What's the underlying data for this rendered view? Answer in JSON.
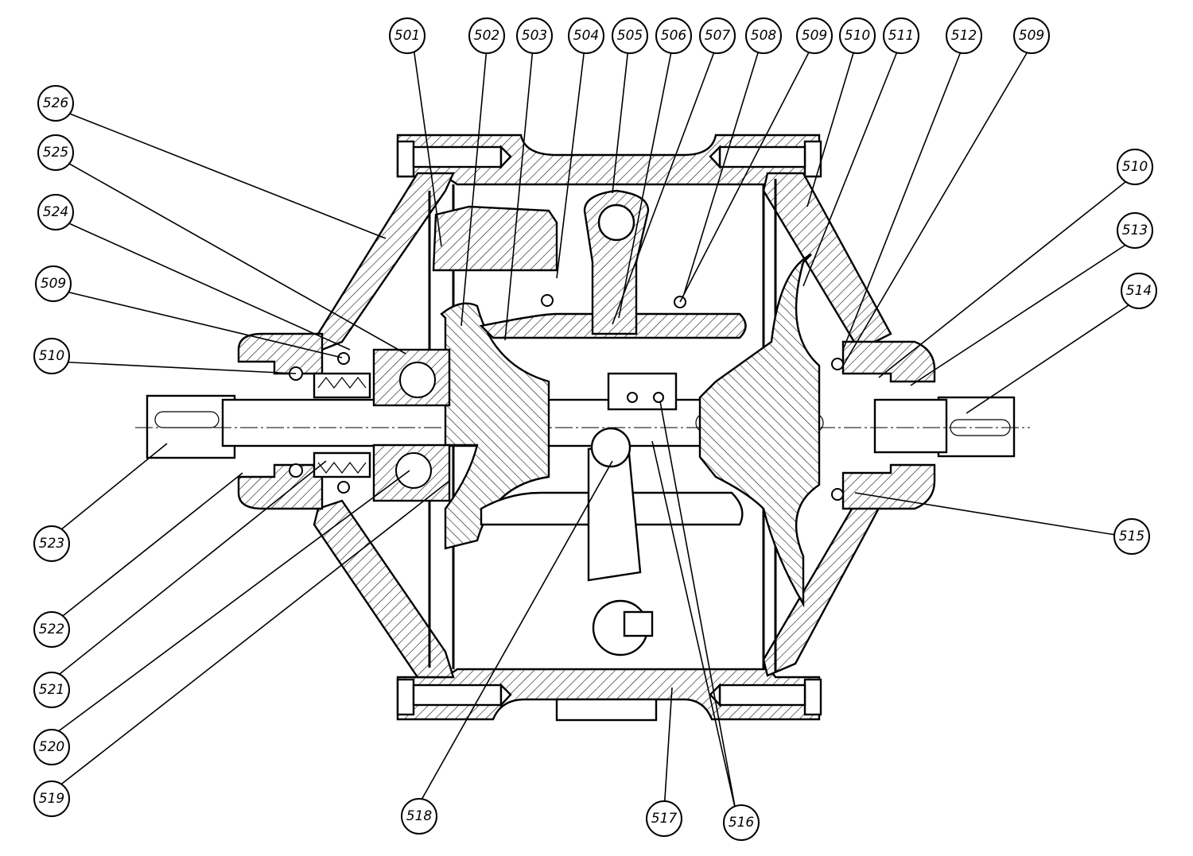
{
  "drawing": {
    "part_numbers": {
      "p501": "501",
      "p502": "502",
      "p503": "503",
      "p504": "504",
      "p505": "505",
      "p506": "506",
      "p507": "507",
      "p508": "508",
      "p509_top": "509",
      "p510_top": "510",
      "p511": "511",
      "p512": "512",
      "p509_right": "509",
      "p510_right": "510",
      "p513": "513",
      "p514": "514",
      "p515": "515",
      "p516": "516",
      "p517": "517",
      "p518": "518",
      "p519": "519",
      "p520": "520",
      "p521": "521",
      "p522": "522",
      "p523": "523",
      "p510_left": "510",
      "p509_left": "509",
      "p524": "524",
      "p525": "525",
      "p526": "526"
    }
  }
}
